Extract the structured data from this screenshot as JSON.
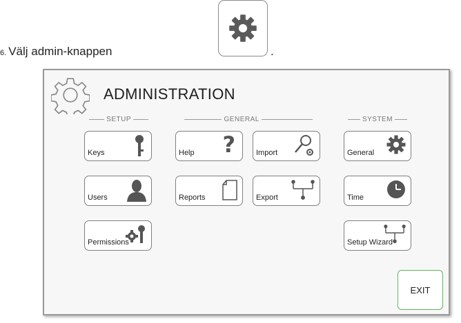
{
  "instruction": {
    "number": "6.",
    "text": "Välj admin-knappen",
    "trailing": "."
  },
  "panel": {
    "title": "ADMINISTRATION",
    "sections": {
      "setup": "SETUP",
      "general": "GENERAL",
      "system": "SYSTEM"
    },
    "tiles": {
      "keys": "Keys",
      "users": "Users",
      "permissions": "Permissions",
      "help": "Help",
      "import": "Import",
      "reports": "Reports",
      "export": "Export",
      "general": "General",
      "time": "Time",
      "setup_wizard": "Setup Wizard"
    },
    "exit": "EXIT"
  },
  "colors": {
    "exit_border": "#5cb85c",
    "icon": "#555555"
  }
}
